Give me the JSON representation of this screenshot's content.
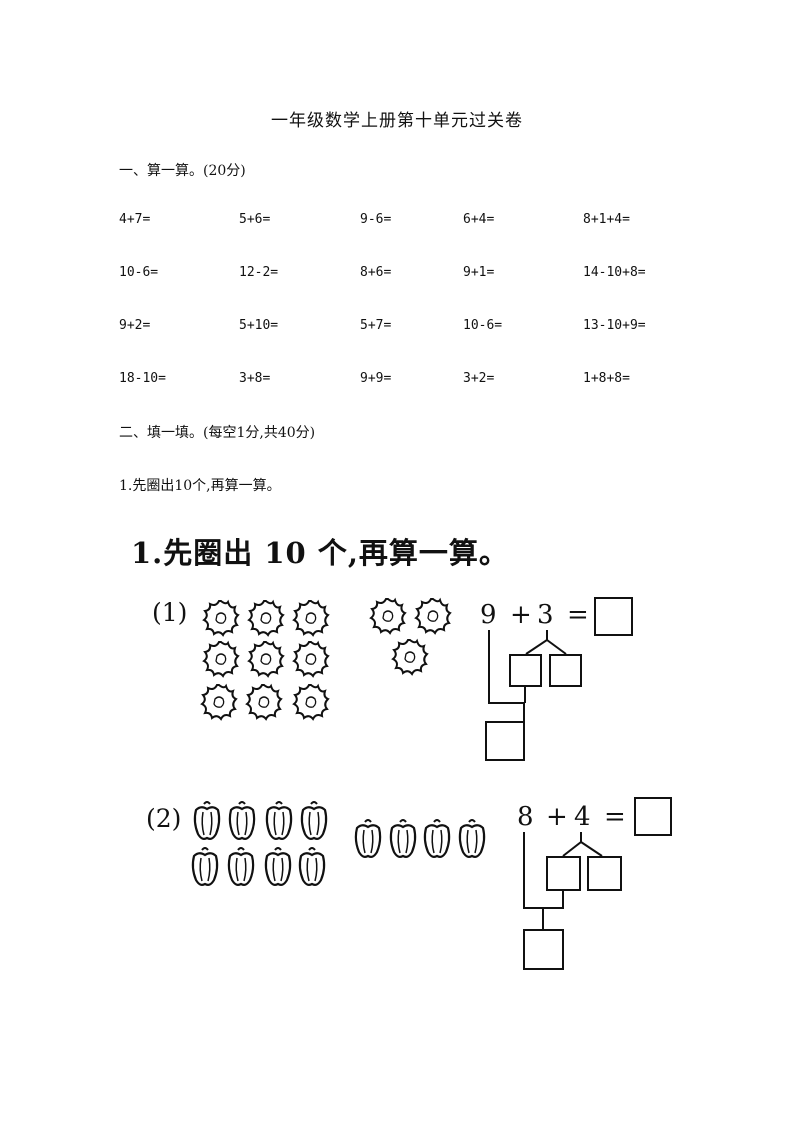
{
  "title": "一年级数学上册第十单元过关卷",
  "section1": {
    "heading": "一、算一算。(20分)"
  },
  "problems": [
    [
      "4+7=",
      "5+6=",
      "9-6=",
      "6+4=",
      "8+1+4="
    ],
    [
      "10-6=",
      "12-2=",
      "8+6=",
      "9+1=",
      "14-10+8="
    ],
    [
      "9+2=",
      "5+10=",
      "5+7=",
      "10-6=",
      "13-10+9="
    ],
    [
      "18-10=",
      "3+8=",
      "9+9=",
      "3+2=",
      "1+8+8="
    ]
  ],
  "section2": {
    "heading": "二、填一填。(每空1分,共40分)"
  },
  "question1": {
    "text": "1.先圈出10个,再算一算。"
  },
  "figure": {
    "title": "1.先圈出 10 个,再算一算。",
    "part1": {
      "label": "(1)",
      "a": "9",
      "op": "+",
      "b": "3",
      "eq": "=",
      "icon": "flower-icon",
      "count_left": 9,
      "count_right": 3
    },
    "part2": {
      "label": "(2)",
      "a": "8",
      "op": "+",
      "b": "4",
      "eq": "=",
      "icon": "pepper-icon",
      "count_left": 8,
      "count_right": 4
    }
  }
}
